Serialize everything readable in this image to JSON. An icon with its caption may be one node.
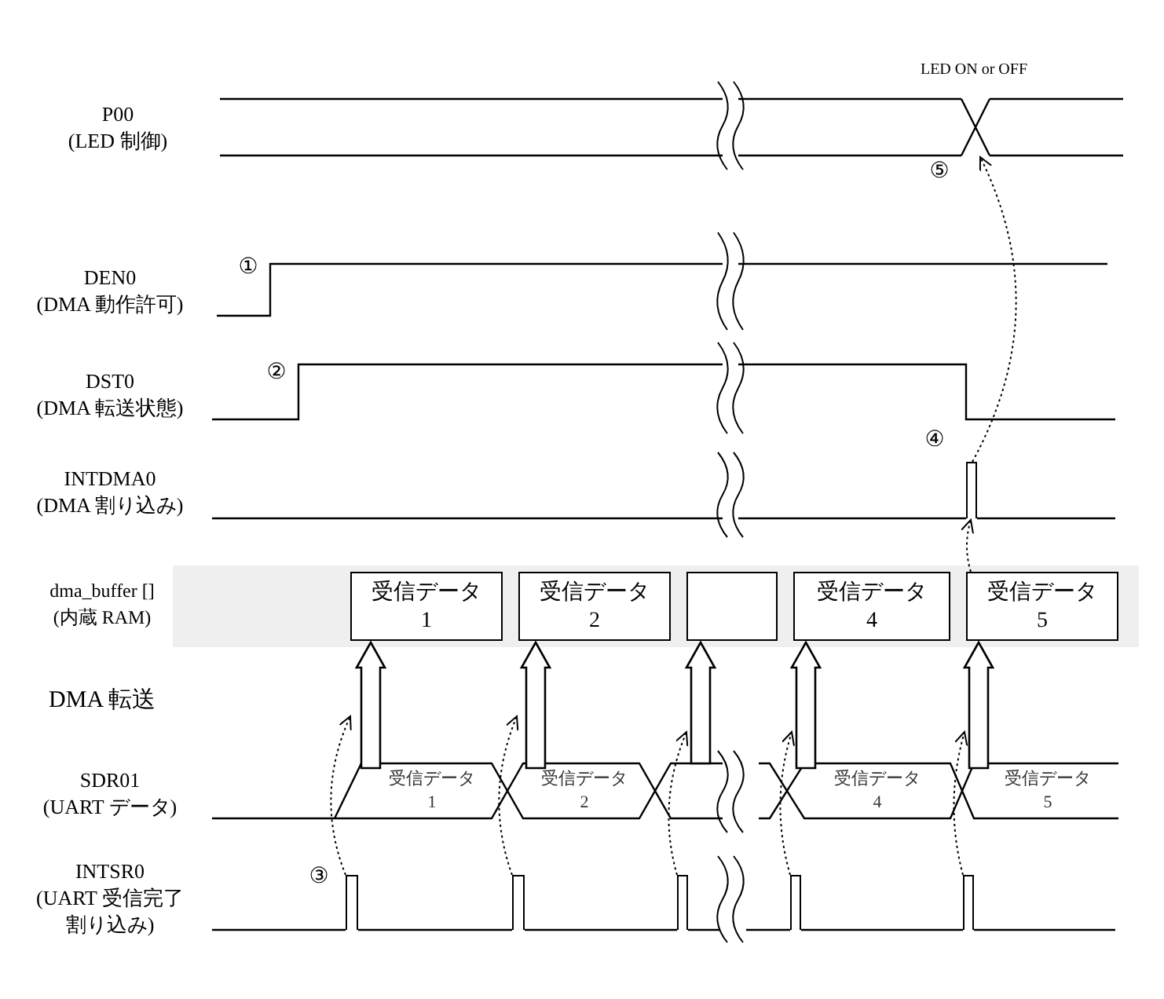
{
  "diagram": {
    "nodes": [
      {
        "text": [
          "dma_buffer [] (内蔵 RAM)"
        ]
      },
      {
        "text": [
          "受信データ",
          "1"
        ],
        "in": 0
      },
      {
        "text": [
          "受信データ",
          "2"
        ],
        "in": 0
      },
      {
        "text": [],
        "shape": "box",
        "in": 0
      },
      {
        "text": [
          "受信データ",
          "4"
        ],
        "in": 0
      },
      {
        "text": [
          "受信データ",
          "5"
        ],
        "in": 0
      },
      {
        "text": [
          "受信データ",
          "1"
        ]
      },
      {
        "text": [
          "受信データ",
          "2"
        ]
      },
      {
        "text": [
          "受信データ",
          "4"
        ]
      },
      {
        "text": [
          "受信データ",
          "5"
        ]
      },
      {
        "text": [],
        "shape": "pulse"
      },
      {
        "text": [],
        "shape": "pulse"
      },
      {
        "text": [],
        "shape": "pulse"
      },
      {
        "text": [],
        "shape": "pulse"
      },
      {
        "text": [],
        "shape": "pulse"
      },
      {
        "text": [],
        "shape": "pulse"
      },
      {
        "text": [],
        "shape": "cross"
      }
    ],
    "edges": [
      {
        "from": 6,
        "to": 1,
        "arrow": "to",
        "style": "thick"
      },
      {
        "from": 7,
        "to": 2,
        "arrow": "to",
        "style": "thick"
      },
      {
        "from": null,
        "to": 3,
        "arrow": "to",
        "style": "thick"
      },
      {
        "from": 8,
        "to": 4,
        "arrow": "to",
        "style": "thick"
      },
      {
        "from": 9,
        "to": 5,
        "arrow": "to",
        "style": "thick"
      },
      {
        "from": 10,
        "to": null,
        "arrow": "to",
        "style": "dashed"
      },
      {
        "from": 11,
        "to": null,
        "arrow": "to",
        "style": "dashed"
      },
      {
        "from": 12,
        "to": null,
        "arrow": "to",
        "style": "dashed"
      },
      {
        "from": 13,
        "to": null,
        "arrow": "to",
        "style": "dashed"
      },
      {
        "from": 14,
        "to": null,
        "arrow": "to",
        "style": "dashed"
      },
      {
        "from": 5,
        "to": 15,
        "arrow": "to",
        "style": "dashed"
      },
      {
        "from": 15,
        "to": 16,
        "arrow": "to",
        "style": "dashed"
      }
    ],
    "labels": [
      "LED ON or OFF",
      "P00 (LED 制御)",
      "⑤",
      "①",
      "DEN0 (DMA 動作許可)",
      "②",
      "DST0 (DMA 転送状態)",
      "④",
      "INTDMA0 (DMA 割り込み)",
      "DMA 転送",
      "SDR01 (UART データ)",
      "③",
      "INTSR0 (UART 受信完了割り込み)"
    ]
  }
}
